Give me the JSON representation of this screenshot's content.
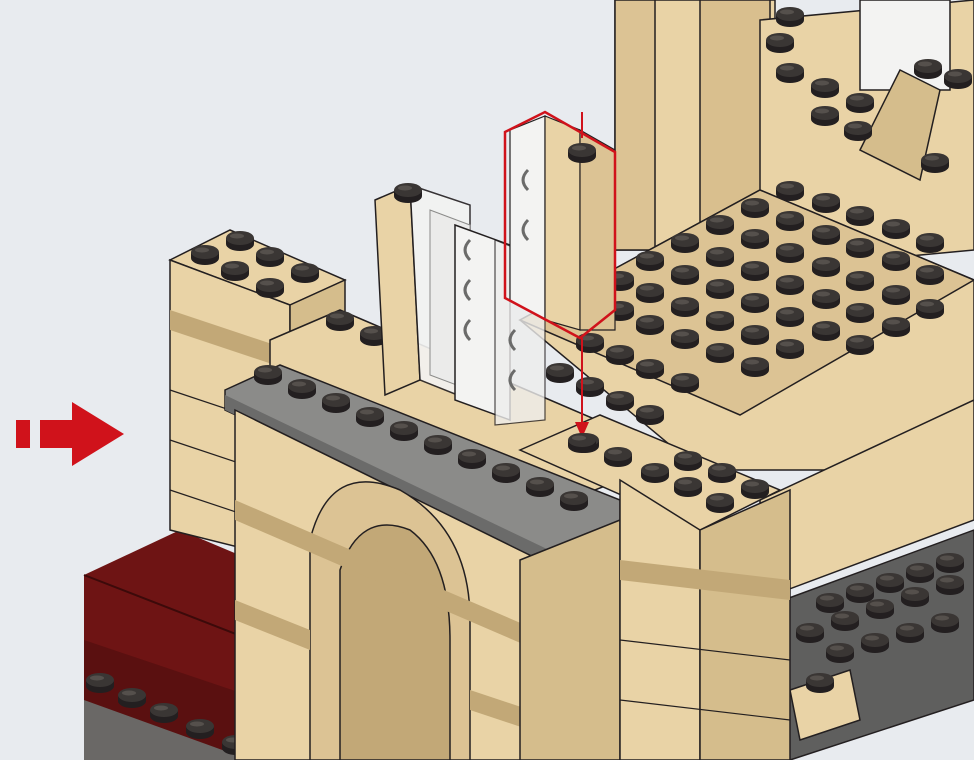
{
  "instruction": {
    "step_type": "brick assembly",
    "action": "place brick",
    "direction_indicator": "arrow-right",
    "placement_arrow": "arrow-down",
    "highlight_color": "#d0121b"
  },
  "colors": {
    "background": "#e8ebef",
    "tan_brick": "#e9d3a6",
    "tan_shadow": "#d5bd8c",
    "tan_dark": "#c2a877",
    "stud_dark": "#231f20",
    "stud_top": "#3a3634",
    "dark_gray": "#5f5f5e",
    "mid_gray": "#8b8b89",
    "dark_red": "#6e1414",
    "transparent_panel": "#f3f3f2"
  },
  "legend": {
    "icons": [
      "arrow-right-icon",
      "arrow-down-icon",
      "highlight-outline"
    ]
  }
}
